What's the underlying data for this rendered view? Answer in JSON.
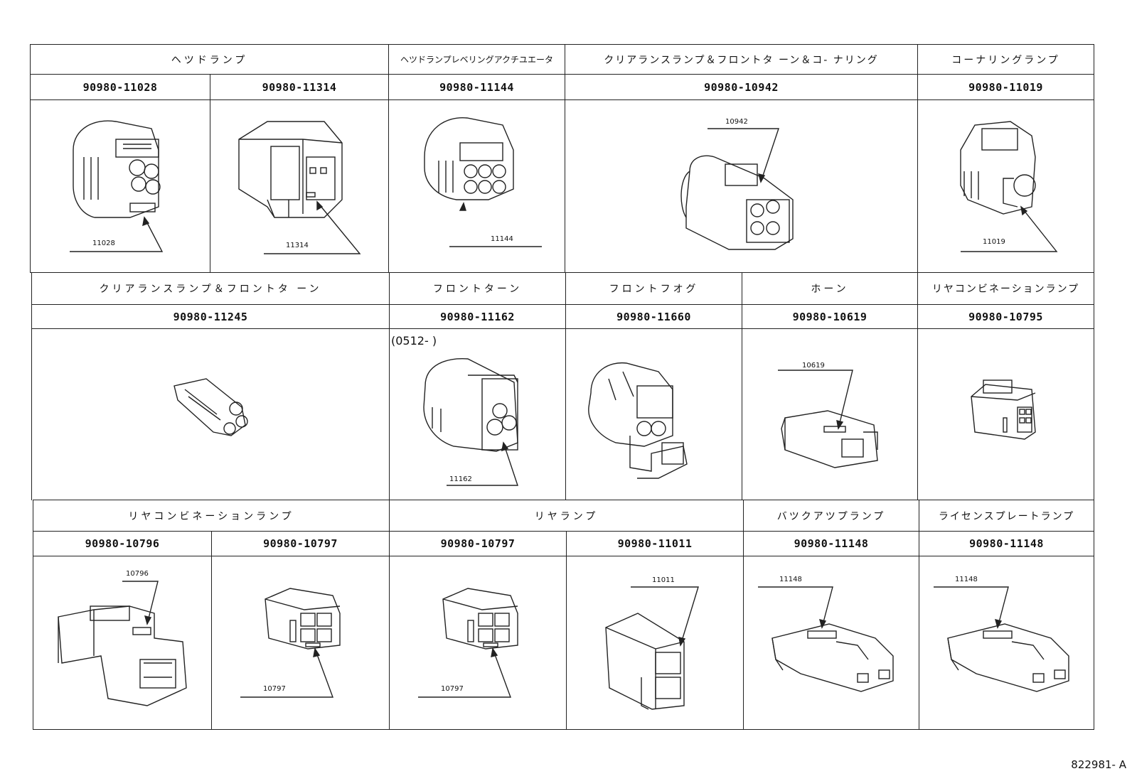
{
  "headers": {
    "r1": [
      "ヘツドランプ",
      "ヘツドランプレベリングアクチユエータ",
      "クリアランスランプ＆フロントタ ーン＆コ- ナリング",
      "コーナリングランプ"
    ],
    "r2": [
      "クリアランスランプ＆フロントタ ーン",
      "フロントターン",
      "フロントフオグ",
      "ホーン",
      "リヤコンビネーションランプ"
    ],
    "r3": [
      "リヤコンビネーションランプ",
      "リヤランプ",
      "バツクアツプランプ",
      "ライセンスプレートランプ"
    ]
  },
  "parts": {
    "r1": [
      "90980-11028",
      "90980-11314",
      "90980-11144",
      "90980-10942",
      "90980-11019"
    ],
    "r2": [
      "90980-11245",
      "90980-11162",
      "90980-11660",
      "90980-10619",
      "90980-10795"
    ],
    "r3": [
      "90980-10796",
      "90980-10797",
      "90980-10797",
      "90980-11011",
      "90980-11148",
      "90980-11148"
    ]
  },
  "callouts": {
    "c11028": "11028",
    "c11314": "11314",
    "c11144": "11144",
    "c10942": "10942",
    "c11019": "11019",
    "c11162": "11162",
    "c10619": "10619",
    "c10796": "10796",
    "c10797a": "10797",
    "c10797b": "10797",
    "c11011": "11011",
    "c11148a": "11148",
    "c11148b": "11148"
  },
  "note_0512": "(0512-        )",
  "figure_id": "822981- A"
}
